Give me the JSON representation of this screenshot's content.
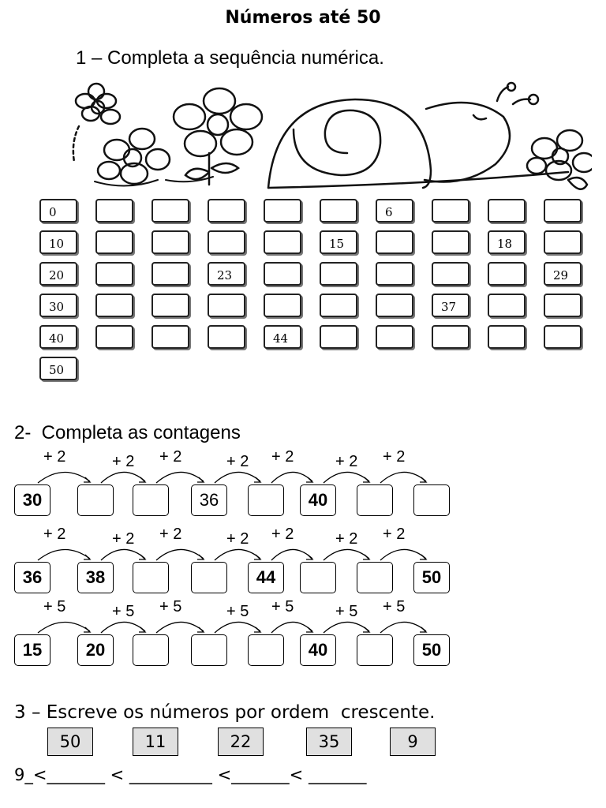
{
  "title": "Números até 50",
  "exercise1": {
    "heading": "1 – Completa a sequência numérica.",
    "grid": [
      [
        "0",
        "",
        "",
        "",
        "",
        "",
        "6",
        "",
        "",
        ""
      ],
      [
        "10",
        "",
        "",
        "",
        "",
        "15",
        "",
        "",
        "18",
        ""
      ],
      [
        "20",
        "",
        "",
        "23",
        "",
        "",
        "",
        "",
        "",
        "29"
      ],
      [
        "30",
        "",
        "",
        "",
        "",
        "",
        "",
        "37",
        "",
        ""
      ],
      [
        "40",
        "",
        "",
        "",
        "44",
        "",
        "",
        "",
        "",
        ""
      ],
      [
        "50"
      ]
    ],
    "illustration": [
      "flower-icon",
      "snail-icon"
    ]
  },
  "exercise2": {
    "heading": "2-  Completa as contagens",
    "rows": [
      {
        "step": "+ 2",
        "boxes": [
          "30",
          "",
          "",
          "36",
          "",
          "40",
          "",
          ""
        ]
      },
      {
        "step": "+ 2",
        "boxes": [
          "36",
          "38",
          "",
          "",
          "44",
          "",
          "",
          "50"
        ]
      },
      {
        "step": "+ 5",
        "boxes": [
          "15",
          "20",
          "",
          "",
          "",
          "40",
          "",
          "50"
        ]
      }
    ]
  },
  "exercise3": {
    "heading": "3 – Escreve os números por ordem  crescente.",
    "numbers": [
      "50",
      "11",
      "22",
      "35",
      "9"
    ],
    "answer_line": "9_<_______ < __________ <_______< _______"
  }
}
